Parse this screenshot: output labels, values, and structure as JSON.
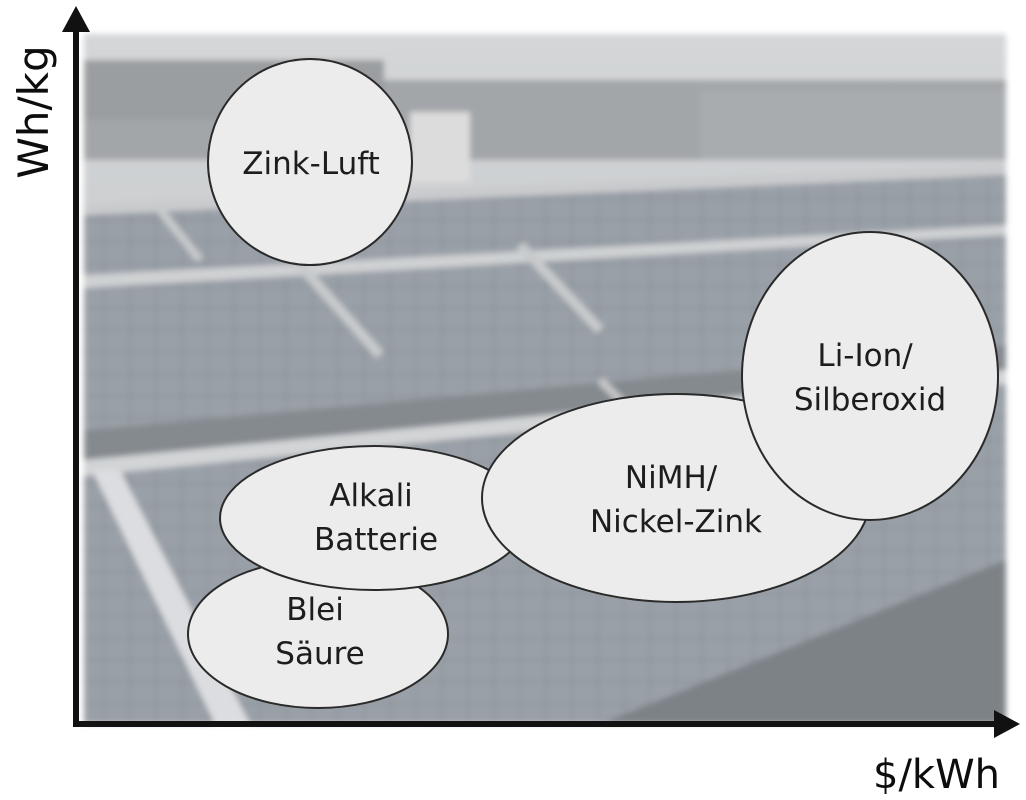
{
  "axes": {
    "y_title": "Wh/kg",
    "x_title": "$/kWh"
  },
  "regions": [
    {
      "id": "zink-luft",
      "lines": [
        "Zink-Luft"
      ]
    },
    {
      "id": "li-ion",
      "lines": [
        "Li-Ion/",
        "Silberoxid"
      ]
    },
    {
      "id": "nimh",
      "lines": [
        "NiMH/",
        "Nickel-Zink"
      ]
    },
    {
      "id": "alkali",
      "lines": [
        "Alkali",
        "Batterie"
      ]
    },
    {
      "id": "blei",
      "lines": [
        "Blei",
        "Säure"
      ]
    }
  ],
  "colors": {
    "blob_fill": "#ececec",
    "blob_stroke": "#2a2a2a",
    "axis": "#111111"
  }
}
